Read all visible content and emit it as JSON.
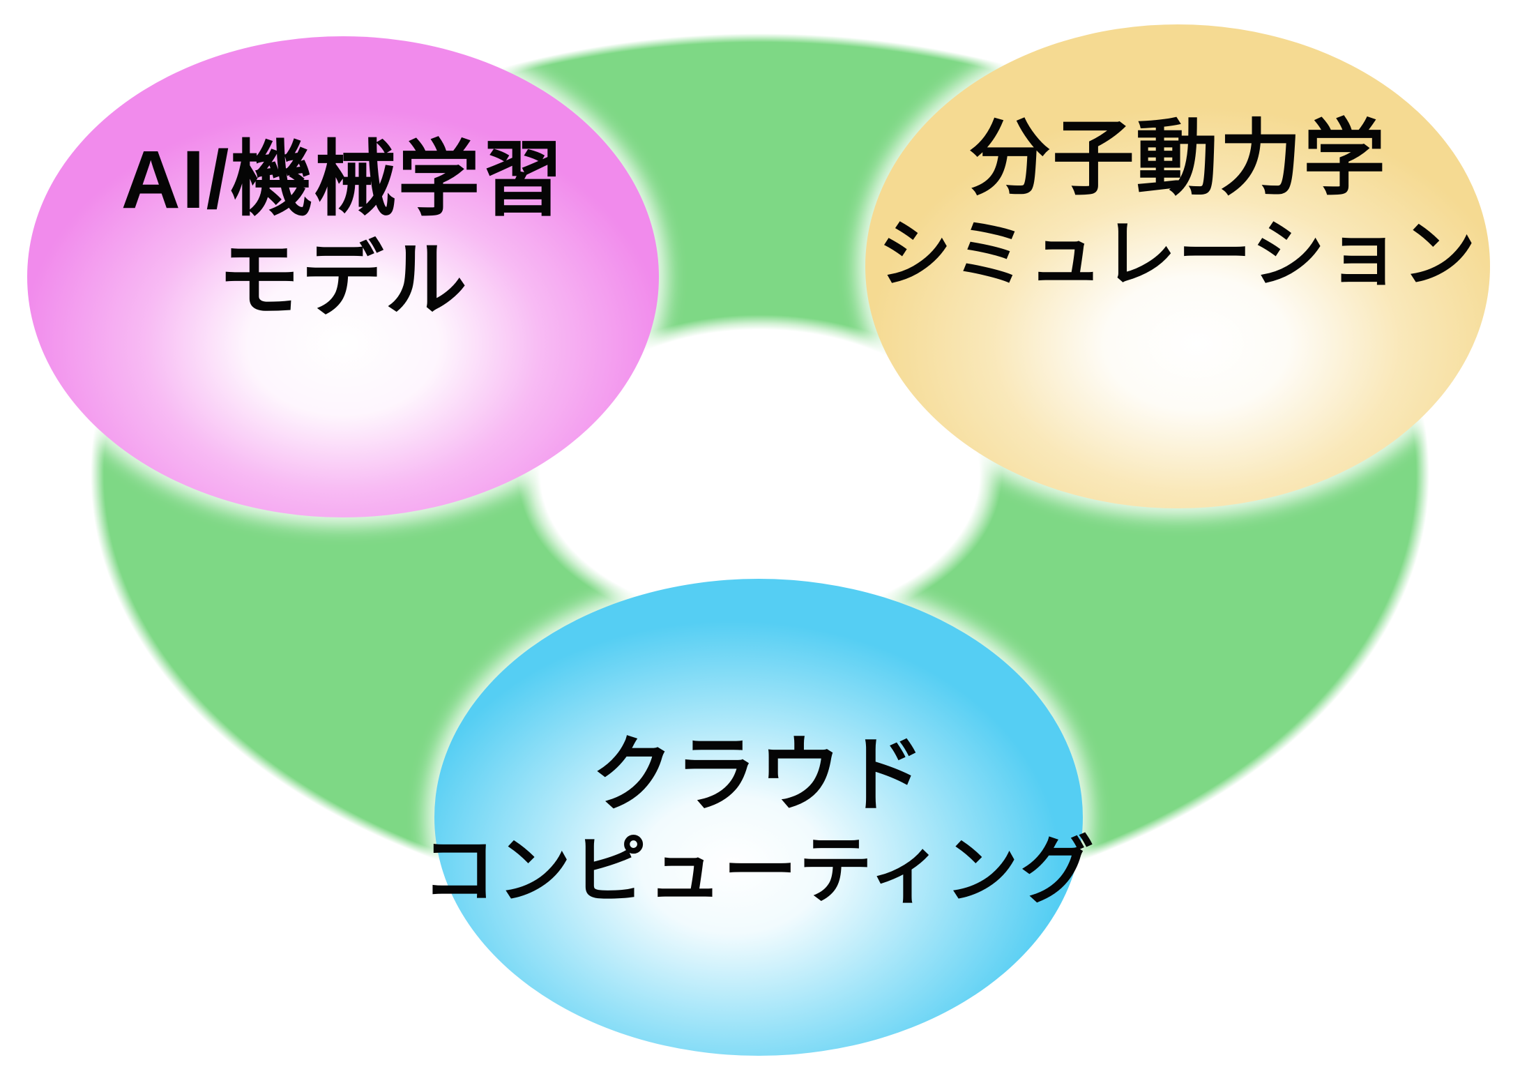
{
  "diagram": {
    "type": "three-bubble-cycle",
    "background_color": "#FFFFFF",
    "ring": {
      "label": "cycle-ring",
      "color": "#7ED885"
    },
    "bubbles": [
      {
        "id": "ai-ml-model",
        "position": "top-left",
        "lines": [
          "AI/機械学習",
          "モデル"
        ],
        "fill_edge_color": "#F18BEC",
        "fill_center_color": "#FFFFFF",
        "text_color": "#000000"
      },
      {
        "id": "molecular-dynamics-simulation",
        "position": "top-right",
        "lines": [
          "分子動力学",
          "シミュレーション"
        ],
        "fill_edge_color": "#F5DA92",
        "fill_center_color": "#FFFFFF",
        "text_color": "#000000"
      },
      {
        "id": "cloud-computing",
        "position": "bottom-center",
        "lines": [
          "クラウド",
          "コンピューティング"
        ],
        "fill_edge_color": "#55CEF3",
        "fill_center_color": "#FFFFFF",
        "text_color": "#000000"
      }
    ]
  }
}
